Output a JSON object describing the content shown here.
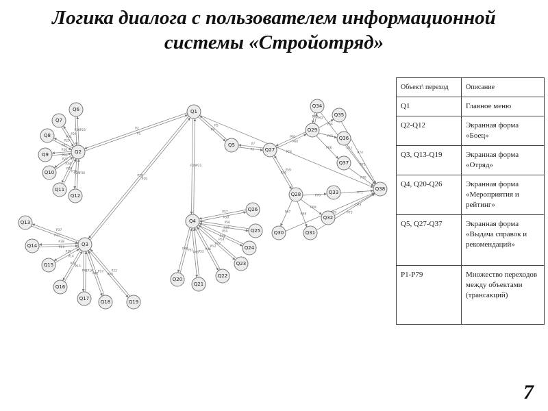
{
  "title_lines": [
    "Логика диалога с пользователем информационной",
    "системы «Стройотряд»"
  ],
  "page_number": "7",
  "legend": {
    "header": [
      "Объект\\ переход",
      "Описание"
    ],
    "rows": [
      [
        "Q1",
        "Главное меню"
      ],
      [
        "Q2-Q12",
        "Экранная форма «Боец»"
      ],
      [
        "Q3, Q13-Q19",
        "Экранная форма «Отряд»"
      ],
      [
        "Q4, Q20-Q26",
        "Экранная форма «Мероприятия и рейтинг»"
      ],
      [
        "Q5, Q27-Q37",
        "Экранная форма «Выдача справок и рекомендаций»"
      ],
      [
        "P1-P79",
        "Множество переходов между объектами (трансакций)"
      ]
    ]
  },
  "nodes": [
    "Q1",
    "Q2",
    "Q3",
    "Q4",
    "Q5",
    "Q6",
    "Q7",
    "Q8",
    "Q9",
    "Q10",
    "Q11",
    "Q12",
    "Q13",
    "Q14",
    "Q15",
    "Q16",
    "Q17",
    "Q18",
    "Q19",
    "Q20",
    "Q21",
    "Q22",
    "Q23",
    "Q24",
    "Q25",
    "Q26",
    "Q27",
    "Q28",
    "Q29",
    "Q30",
    "Q31",
    "Q32",
    "Q33",
    "Q34",
    "Q35",
    "Q36",
    "Q37",
    "Q38"
  ],
  "edge_labels": [
    "P1",
    "P2",
    "P3",
    "P4",
    "P5",
    "P6",
    "P7",
    "P8",
    "P9",
    "P10",
    "P11",
    "P12",
    "P13",
    "P14",
    "P15",
    "P16",
    "P17",
    "P18",
    "P19",
    "P20",
    "P21",
    "P22",
    "P23",
    "P24",
    "P25",
    "P26",
    "P27",
    "P28",
    "P29",
    "P30",
    "P31",
    "P32",
    "P33",
    "P34",
    "P35",
    "P36",
    "P37",
    "P38",
    "P39",
    "P40",
    "P41",
    "P42",
    "P43",
    "P44",
    "P45",
    "P46",
    "P47",
    "P48",
    "P49",
    "P50",
    "P51",
    "P52",
    "P53",
    "P54",
    "P55",
    "P56",
    "P57",
    "P58",
    "P59",
    "P60",
    "P61",
    "P62",
    "P63",
    "P64",
    "P65",
    "P66",
    "P67",
    "P68",
    "P69",
    "P70",
    "P71",
    "P72",
    "P73",
    "P74",
    "P75",
    "P76",
    "P77",
    "P78",
    "P79"
  ]
}
